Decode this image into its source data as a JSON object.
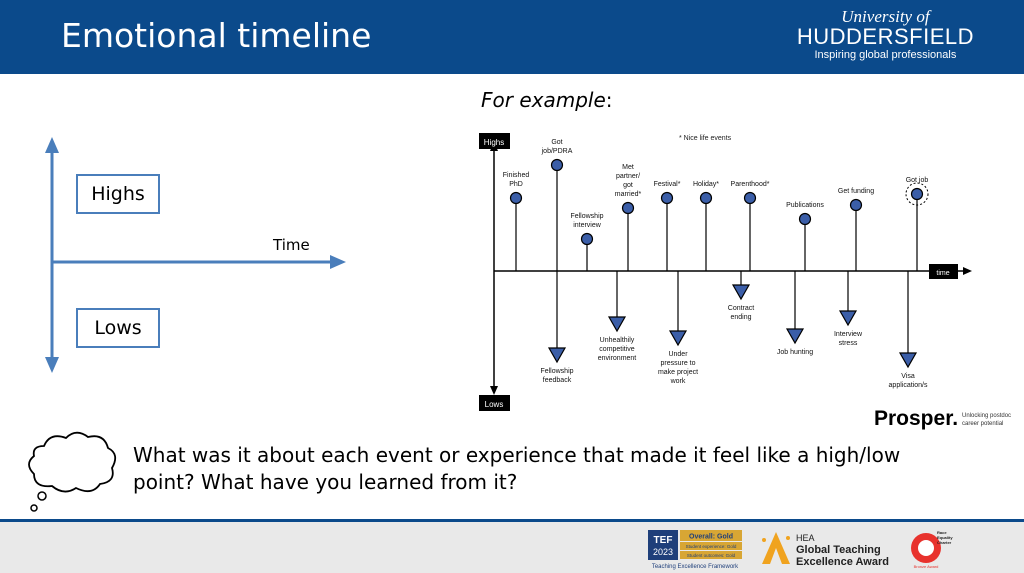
{
  "header": {
    "title": "Emotional timeline",
    "university_line1": "University of",
    "university_line2": "HUDDERSFIELD",
    "university_tagline": "Inspiring global professionals"
  },
  "left_diagram": {
    "highs": "Highs",
    "lows": "Lows",
    "time": "Time",
    "axis_color": "#4a7ebb"
  },
  "example": {
    "heading": "For example",
    "suffix": ":",
    "highs_label": "Highs",
    "lows_label": "Lows",
    "time_label": "time",
    "nice_note": "* Nice life events",
    "highs_events": [
      {
        "lines": [
          "Finished",
          "PhD"
        ]
      },
      {
        "lines": [
          "Got",
          "job/PDRA"
        ]
      },
      {
        "lines": [
          "Fellowship",
          "interview"
        ]
      },
      {
        "lines": [
          "Met",
          "partner/",
          "got",
          "married*"
        ]
      },
      {
        "lines": [
          "Festival*"
        ]
      },
      {
        "lines": [
          "Holiday*"
        ]
      },
      {
        "lines": [
          "Parenthood*"
        ]
      },
      {
        "lines": [
          "Publications"
        ]
      },
      {
        "lines": [
          "Get funding"
        ]
      },
      {
        "lines": [
          "Got job"
        ]
      }
    ],
    "lows_events": [
      {
        "lines": [
          "Fellowship",
          "feedback"
        ]
      },
      {
        "lines": [
          "Unhealthily",
          "competitive",
          "environment"
        ]
      },
      {
        "lines": [
          "Under",
          "pressure to",
          "make project",
          "work"
        ]
      },
      {
        "lines": [
          "Contract",
          "ending"
        ]
      },
      {
        "lines": [
          "Job hunting"
        ]
      },
      {
        "lines": [
          "Interview",
          "stress"
        ]
      },
      {
        "lines": [
          "Visa",
          "application/s"
        ]
      }
    ],
    "marker_color": "#3b5ea8"
  },
  "prosper": {
    "name": "Prosper.",
    "tagline_1": "Unlocking postdoc",
    "tagline_2": "career potential"
  },
  "question": "What was it about each event or experience that made it feel like a high/low point? What have you learned from it?",
  "footer": {
    "tef_name": "TEF",
    "tef_year": "2023",
    "tef_overall": "Overall: Gold",
    "tef_student_experience": "Student experience: Gold",
    "tef_student_outcomes": "Student outcomes: Gold",
    "tef_caption": "Teaching Excellence Framework",
    "hea_1": "HEA",
    "hea_2": "Global Teaching",
    "hea_3": "Excellence Award",
    "race_1": "Race",
    "race_2": "Equality",
    "race_3": "Charter",
    "race_4": "Bronze Award"
  }
}
